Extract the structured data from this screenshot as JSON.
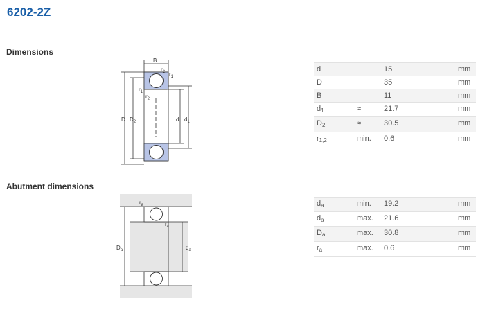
{
  "title": "6202-2Z",
  "dimensions": {
    "heading": "Dimensions",
    "rows": [
      {
        "sym": "d",
        "sub": "",
        "qual": "",
        "val": "15",
        "unit": "mm"
      },
      {
        "sym": "D",
        "sub": "",
        "qual": "",
        "val": "35",
        "unit": "mm"
      },
      {
        "sym": "B",
        "sub": "",
        "qual": "",
        "val": "11",
        "unit": "mm"
      },
      {
        "sym": "d",
        "sub": "1",
        "qual": "≈",
        "val": "21.7",
        "unit": "mm"
      },
      {
        "sym": "D",
        "sub": "2",
        "qual": "≈",
        "val": "30.5",
        "unit": "mm"
      },
      {
        "sym": "r",
        "sub": "1,2",
        "qual": "min.",
        "val": "0.6",
        "unit": "mm"
      }
    ]
  },
  "abutment": {
    "heading": "Abutment dimensions",
    "rows": [
      {
        "sym": "d",
        "sub": "a",
        "qual": "min.",
        "val": "19.2",
        "unit": "mm"
      },
      {
        "sym": "d",
        "sub": "a",
        "qual": "max.",
        "val": "21.6",
        "unit": "mm"
      },
      {
        "sym": "D",
        "sub": "a",
        "qual": "max.",
        "val": "30.8",
        "unit": "mm"
      },
      {
        "sym": "r",
        "sub": "a",
        "qual": "max.",
        "val": "0.6",
        "unit": "mm"
      }
    ]
  },
  "drawing1": {
    "B": "B",
    "r": "r",
    "r1_sub": "1",
    "r2_sub": "2",
    "D": "D",
    "D2": "D",
    "D2_sub": "2",
    "d": "d",
    "d1": "d",
    "d1_sub": "1"
  },
  "drawing2": {
    "r": "r",
    "ra_sub": "a",
    "Da": "D",
    "Da_sub": "a",
    "da": "d",
    "da_sub": "a"
  }
}
